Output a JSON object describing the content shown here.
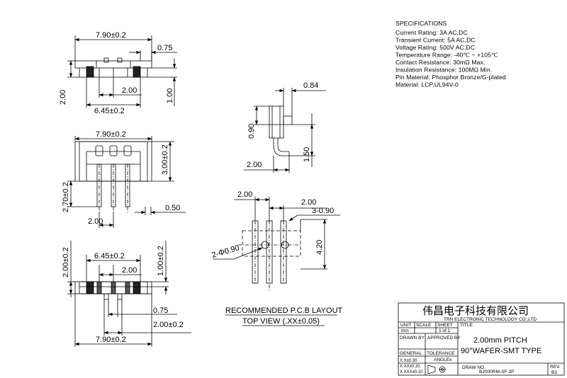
{
  "specs": {
    "heading": "SPECIFICATIONS",
    "lines": [
      "Current Rating: 3A AC,DC",
      "Transient Current: 5A AC,DC",
      "Voltage Rating: 500V AC,DC",
      "Temperature Range: -40℃ ~ +105℃",
      "Contact Resistance: 30mΩ Max.",
      "Insulation Resistance: 100MΩ Min.",
      "Pin Material: Phosphor Bronze/G-plated",
      "Material: LCP,UL94V-0"
    ]
  },
  "dims": {
    "top_width": "7.90±0.2",
    "top_075": "0.75",
    "top_200_h": "2.00",
    "top_200_v": "2.00",
    "top_645": "6.45±0.2",
    "top_100": "1.00",
    "mid_width": "7.90±0.2",
    "mid_300": "3.00±0.2",
    "mid_270": "2.70±0.2",
    "mid_050": "0.50",
    "mid_200": "2.00",
    "bot_200v": "2.00±0.2",
    "bot_645": "6.45±0.2",
    "bot_200": "2.00",
    "bot_100": "1.00±0.2",
    "bot_075": "0.75",
    "bot_200w": "2.00±0.2",
    "bot_width": "7.90±0.2",
    "side_084": "0.84",
    "side_090": "0.90",
    "side_150": "1.50",
    "side_200": "2.00",
    "pcb_200a": "2.00",
    "pcb_200b": "2.00",
    "pcb_3090": "3-0.90",
    "pcb_hole": "2-Φ0.90",
    "pcb_420": "4.20"
  },
  "layout_title": "RECOMMENDED P.C.B LAYOUT",
  "view_title": "TOP VIEW (.XX±0.05)",
  "title_block": {
    "company_cn": "伟昌电子科技有限公司",
    "company_en": "TRN ELECTRONIC TECHNOLOGY CO.,LTD",
    "unit_label": "UNIT",
    "scale_label": "SCALE",
    "sheet_label": "SHEET",
    "title_label": "TITLE:",
    "unit_value": "mm",
    "sheet_value": "1 of 1",
    "drawn_by": "DRAWN BY",
    "approved_by": "APPROVED BY",
    "product_title_1": "2.00mm PITCH",
    "product_title_2": "90°WAFER-SMT TYPE",
    "general": "GENERAL",
    "tolerance": "TOLERANCE",
    "angle": "ANGLE±",
    "tol_1": "X.X±0.30",
    "tol_2": "X.XX±0.20",
    "tol_3": "X.XXX±0.10",
    "draw_no_label": "DRAW NO.",
    "draw_no": "B2000RM-SF-3P",
    "rev_label": "REV.",
    "rev": "B3"
  }
}
